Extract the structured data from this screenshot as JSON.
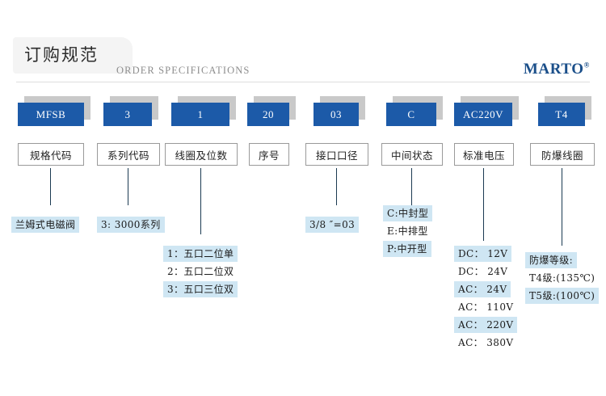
{
  "header": {
    "title_cn": "订购规范",
    "title_en": "ORDER SPECIFICATIONS",
    "brand": "MARTO",
    "brand_mark": "®"
  },
  "colors": {
    "chip_blue": "#1c5aa8",
    "chip_shadow": "#c9c9c9",
    "brand_blue": "#1b4f8a",
    "highlight": "#cfe6f3",
    "connector": "#1b3a52",
    "label_border": "#9a9a9a"
  },
  "columns": [
    {
      "code": "MFSB",
      "label": "规格代码",
      "details": [
        {
          "text": "兰姆式电磁阀",
          "highlight": true
        }
      ]
    },
    {
      "code": "3",
      "label": "系列代码",
      "details": [
        {
          "text": "3: 3000系列",
          "highlight": true
        }
      ]
    },
    {
      "code": "1",
      "label": "线圈及位数",
      "details": [
        {
          "text": "1：五口二位单",
          "highlight": true
        },
        {
          "text": "2：五口二位双",
          "highlight": false
        },
        {
          "text": "3：五口三位双",
          "highlight": true
        }
      ]
    },
    {
      "code": "20",
      "label": "序号",
      "details": []
    },
    {
      "code": "03",
      "label": "接口口径",
      "details": [
        {
          "text": "3/8 ″=03",
          "highlight": true
        }
      ]
    },
    {
      "code": "C",
      "label": "中间状态",
      "details": [
        {
          "text": "C:中封型",
          "highlight": true
        },
        {
          "text": "E:中排型",
          "highlight": false
        },
        {
          "text": "P:中开型",
          "highlight": true
        }
      ]
    },
    {
      "code": "AC220V",
      "label": "标准电压",
      "details": [
        {
          "text": "DC： 12V",
          "highlight": true
        },
        {
          "text": "DC： 24V",
          "highlight": false
        },
        {
          "text": "AC： 24V",
          "highlight": true
        },
        {
          "text": "AC： 110V",
          "highlight": false
        },
        {
          "text": "AC： 220V",
          "highlight": true
        },
        {
          "text": "AC： 380V",
          "highlight": false
        }
      ]
    },
    {
      "code": "T4",
      "label": "防爆线圈",
      "details": [
        {
          "text": "防爆等级:",
          "highlight": true
        },
        {
          "text": "T4级:(135℃)",
          "highlight": false
        },
        {
          "text": "T5级:(100℃)",
          "highlight": true
        }
      ]
    }
  ]
}
